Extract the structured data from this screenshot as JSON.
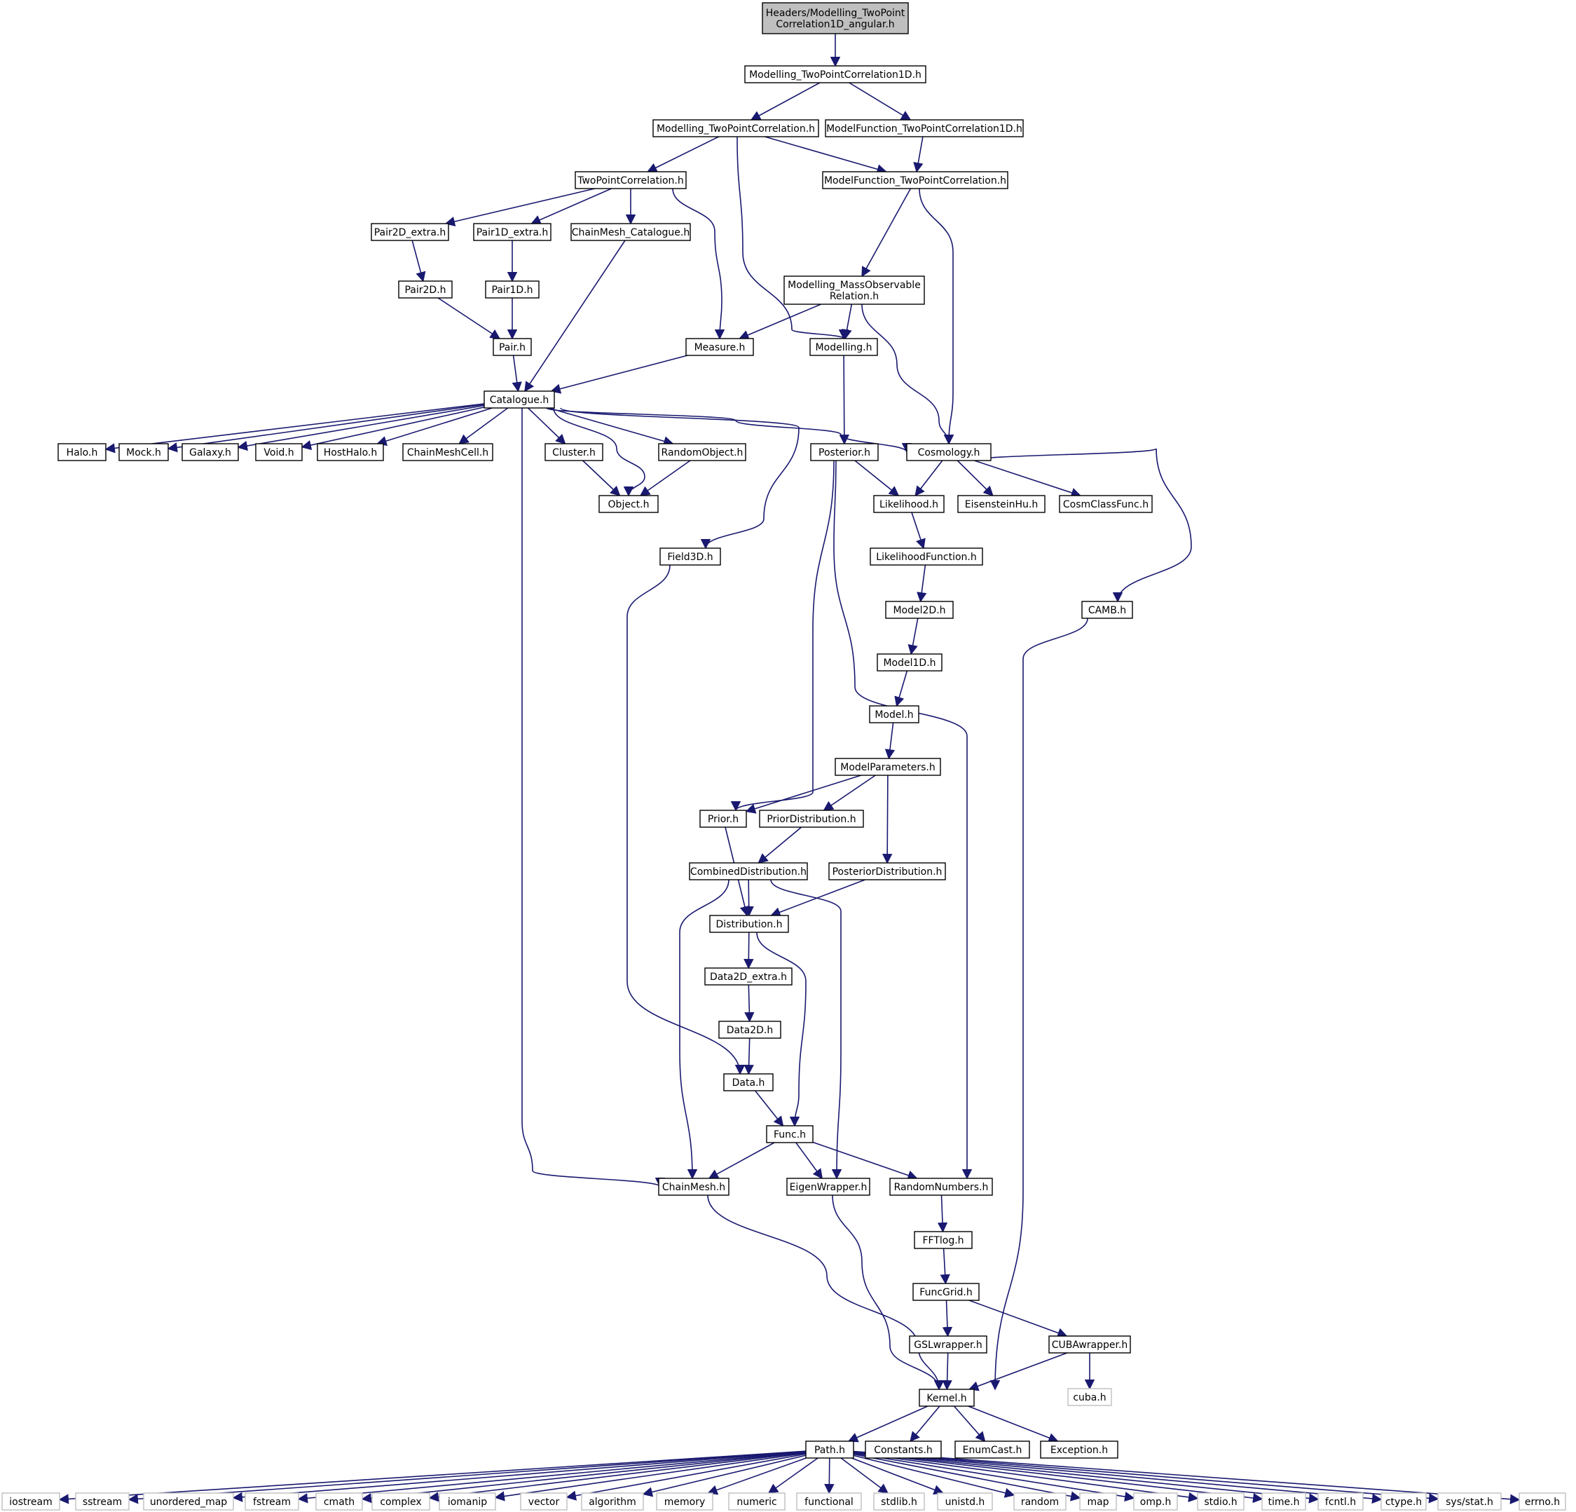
{
  "graph": {
    "edge_color": "#191970",
    "root_fill": "#bfbfbf",
    "external_border": "#bfbfbf",
    "nodes": [
      {
        "id": "root",
        "lines": [
          "Headers/Modelling_TwoPoint",
          "Correlation1D_angular.h"
        ],
        "kind": "root"
      },
      {
        "id": "m2pc1d",
        "lines": [
          "Modelling_TwoPointCorrelation1D.h"
        ]
      },
      {
        "id": "m2pc",
        "lines": [
          "Modelling_TwoPointCorrelation.h"
        ]
      },
      {
        "id": "mf2pc1d",
        "lines": [
          "ModelFunction_TwoPointCorrelation1D.h"
        ]
      },
      {
        "id": "tpc",
        "lines": [
          "TwoPointCorrelation.h"
        ]
      },
      {
        "id": "mf2pc",
        "lines": [
          "ModelFunction_TwoPointCorrelation.h"
        ]
      },
      {
        "id": "pair2dx",
        "lines": [
          "Pair2D_extra.h"
        ]
      },
      {
        "id": "pair1dx",
        "lines": [
          "Pair1D_extra.h"
        ]
      },
      {
        "id": "cmcat",
        "lines": [
          "ChainMesh_Catalogue.h"
        ]
      },
      {
        "id": "mmor",
        "lines": [
          "Modelling_MassObservable",
          "Relation.h"
        ]
      },
      {
        "id": "pair2d",
        "lines": [
          "Pair2D.h"
        ]
      },
      {
        "id": "pair1d",
        "lines": [
          "Pair1D.h"
        ]
      },
      {
        "id": "pair",
        "lines": [
          "Pair.h"
        ]
      },
      {
        "id": "measure",
        "lines": [
          "Measure.h"
        ]
      },
      {
        "id": "modelling",
        "lines": [
          "Modelling.h"
        ]
      },
      {
        "id": "catalogue",
        "lines": [
          "Catalogue.h"
        ]
      },
      {
        "id": "halo",
        "lines": [
          "Halo.h"
        ]
      },
      {
        "id": "mock",
        "lines": [
          "Mock.h"
        ]
      },
      {
        "id": "galaxy",
        "lines": [
          "Galaxy.h"
        ]
      },
      {
        "id": "void",
        "lines": [
          "Void.h"
        ]
      },
      {
        "id": "hosthalo",
        "lines": [
          "HostHalo.h"
        ]
      },
      {
        "id": "cmcell",
        "lines": [
          "ChainMeshCell.h"
        ]
      },
      {
        "id": "cluster",
        "lines": [
          "Cluster.h"
        ]
      },
      {
        "id": "randobj",
        "lines": [
          "RandomObject.h"
        ]
      },
      {
        "id": "posterior",
        "lines": [
          "Posterior.h"
        ]
      },
      {
        "id": "cosmology",
        "lines": [
          "Cosmology.h"
        ]
      },
      {
        "id": "object",
        "lines": [
          "Object.h"
        ]
      },
      {
        "id": "likelihood",
        "lines": [
          "Likelihood.h"
        ]
      },
      {
        "id": "eisenstein",
        "lines": [
          "EisensteinHu.h"
        ]
      },
      {
        "id": "cosmclass",
        "lines": [
          "CosmClassFunc.h"
        ]
      },
      {
        "id": "field3d",
        "lines": [
          "Field3D.h"
        ]
      },
      {
        "id": "likefunc",
        "lines": [
          "LikelihoodFunction.h"
        ]
      },
      {
        "id": "model2d",
        "lines": [
          "Model2D.h"
        ]
      },
      {
        "id": "camb",
        "lines": [
          "CAMB.h"
        ]
      },
      {
        "id": "model1d",
        "lines": [
          "Model1D.h"
        ]
      },
      {
        "id": "model",
        "lines": [
          "Model.h"
        ]
      },
      {
        "id": "modelparams",
        "lines": [
          "ModelParameters.h"
        ]
      },
      {
        "id": "prior",
        "lines": [
          "Prior.h"
        ]
      },
      {
        "id": "priordist",
        "lines": [
          "PriorDistribution.h"
        ]
      },
      {
        "id": "combdist",
        "lines": [
          "CombinedDistribution.h"
        ]
      },
      {
        "id": "postdist",
        "lines": [
          "PosteriorDistribution.h"
        ]
      },
      {
        "id": "distribution",
        "lines": [
          "Distribution.h"
        ]
      },
      {
        "id": "data2dx",
        "lines": [
          "Data2D_extra.h"
        ]
      },
      {
        "id": "data2d",
        "lines": [
          "Data2D.h"
        ]
      },
      {
        "id": "data",
        "lines": [
          "Data.h"
        ]
      },
      {
        "id": "func",
        "lines": [
          "Func.h"
        ]
      },
      {
        "id": "chainmesh",
        "lines": [
          "ChainMesh.h"
        ]
      },
      {
        "id": "eigen",
        "lines": [
          "EigenWrapper.h"
        ]
      },
      {
        "id": "randnum",
        "lines": [
          "RandomNumbers.h"
        ]
      },
      {
        "id": "fftlog",
        "lines": [
          "FFTlog.h"
        ]
      },
      {
        "id": "funcgrid",
        "lines": [
          "FuncGrid.h"
        ]
      },
      {
        "id": "gsl",
        "lines": [
          "GSLwrapper.h"
        ]
      },
      {
        "id": "cuba",
        "lines": [
          "CUBAwrapper.h"
        ]
      },
      {
        "id": "cubah",
        "lines": [
          "cuba.h"
        ],
        "kind": "ext"
      },
      {
        "id": "kernel",
        "lines": [
          "Kernel.h"
        ]
      },
      {
        "id": "path",
        "lines": [
          "Path.h"
        ]
      },
      {
        "id": "constants",
        "lines": [
          "Constants.h"
        ]
      },
      {
        "id": "enumcast",
        "lines": [
          "EnumCast.h"
        ]
      },
      {
        "id": "exception",
        "lines": [
          "Exception.h"
        ]
      },
      {
        "id": "iostream",
        "lines": [
          "iostream"
        ],
        "kind": "ext"
      },
      {
        "id": "sstream",
        "lines": [
          "sstream"
        ],
        "kind": "ext"
      },
      {
        "id": "umap",
        "lines": [
          "unordered_map"
        ],
        "kind": "ext"
      },
      {
        "id": "fstream",
        "lines": [
          "fstream"
        ],
        "kind": "ext"
      },
      {
        "id": "cmath",
        "lines": [
          "cmath"
        ],
        "kind": "ext"
      },
      {
        "id": "complex",
        "lines": [
          "complex"
        ],
        "kind": "ext"
      },
      {
        "id": "iomanip",
        "lines": [
          "iomanip"
        ],
        "kind": "ext"
      },
      {
        "id": "vector",
        "lines": [
          "vector"
        ],
        "kind": "ext"
      },
      {
        "id": "algorithm",
        "lines": [
          "algorithm"
        ],
        "kind": "ext"
      },
      {
        "id": "memory",
        "lines": [
          "memory"
        ],
        "kind": "ext"
      },
      {
        "id": "numeric",
        "lines": [
          "numeric"
        ],
        "kind": "ext"
      },
      {
        "id": "functional",
        "lines": [
          "functional"
        ],
        "kind": "ext"
      },
      {
        "id": "stdlib",
        "lines": [
          "stdlib.h"
        ],
        "kind": "ext"
      },
      {
        "id": "unistd",
        "lines": [
          "unistd.h"
        ],
        "kind": "ext"
      },
      {
        "id": "random",
        "lines": [
          "random"
        ],
        "kind": "ext"
      },
      {
        "id": "map",
        "lines": [
          "map"
        ],
        "kind": "ext"
      },
      {
        "id": "omp",
        "lines": [
          "omp.h"
        ],
        "kind": "ext"
      },
      {
        "id": "stdio",
        "lines": [
          "stdio.h"
        ],
        "kind": "ext"
      },
      {
        "id": "time",
        "lines": [
          "time.h"
        ],
        "kind": "ext"
      },
      {
        "id": "fcntl",
        "lines": [
          "fcntl.h"
        ],
        "kind": "ext"
      },
      {
        "id": "ctype",
        "lines": [
          "ctype.h"
        ],
        "kind": "ext"
      },
      {
        "id": "sysstat",
        "lines": [
          "sys/stat.h"
        ],
        "kind": "ext"
      },
      {
        "id": "errno",
        "lines": [
          "errno.h"
        ],
        "kind": "ext"
      }
    ],
    "edges": [
      [
        "root",
        "m2pc1d"
      ],
      [
        "m2pc1d",
        "m2pc"
      ],
      [
        "m2pc1d",
        "mf2pc1d"
      ],
      [
        "m2pc",
        "tpc"
      ],
      [
        "m2pc",
        "mf2pc"
      ],
      [
        "m2pc",
        "modelling"
      ],
      [
        "mf2pc1d",
        "mf2pc"
      ],
      [
        "tpc",
        "pair2dx"
      ],
      [
        "tpc",
        "pair1dx"
      ],
      [
        "tpc",
        "cmcat"
      ],
      [
        "tpc",
        "measure"
      ],
      [
        "mf2pc",
        "mmor"
      ],
      [
        "mf2pc",
        "cosmology"
      ],
      [
        "pair2dx",
        "pair2d"
      ],
      [
        "pair1dx",
        "pair1d"
      ],
      [
        "pair2d",
        "pair"
      ],
      [
        "pair1d",
        "pair"
      ],
      [
        "pair",
        "catalogue"
      ],
      [
        "cmcat",
        "catalogue"
      ],
      [
        "mmor",
        "measure"
      ],
      [
        "mmor",
        "modelling"
      ],
      [
        "mmor",
        "cosmology"
      ],
      [
        "measure",
        "catalogue"
      ],
      [
        "modelling",
        "posterior"
      ],
      [
        "catalogue",
        "halo"
      ],
      [
        "catalogue",
        "mock"
      ],
      [
        "catalogue",
        "galaxy"
      ],
      [
        "catalogue",
        "void"
      ],
      [
        "catalogue",
        "hosthalo"
      ],
      [
        "catalogue",
        "cmcell"
      ],
      [
        "catalogue",
        "cluster"
      ],
      [
        "catalogue",
        "object"
      ],
      [
        "catalogue",
        "randobj"
      ],
      [
        "catalogue",
        "field3d"
      ],
      [
        "catalogue",
        "cosmology"
      ],
      [
        "catalogue",
        "chainmesh"
      ],
      [
        "cluster",
        "object"
      ],
      [
        "randobj",
        "object"
      ],
      [
        "posterior",
        "likelihood"
      ],
      [
        "posterior",
        "prior"
      ],
      [
        "posterior",
        "randnum"
      ],
      [
        "cosmology",
        "likelihood"
      ],
      [
        "cosmology",
        "eisenstein"
      ],
      [
        "cosmology",
        "cosmclass"
      ],
      [
        "cosmology",
        "camb"
      ],
      [
        "likelihood",
        "likefunc"
      ],
      [
        "likefunc",
        "model2d"
      ],
      [
        "model2d",
        "model1d"
      ],
      [
        "model1d",
        "model"
      ],
      [
        "model",
        "modelparams"
      ],
      [
        "modelparams",
        "prior"
      ],
      [
        "modelparams",
        "priordist"
      ],
      [
        "modelparams",
        "postdist"
      ],
      [
        "prior",
        "distribution"
      ],
      [
        "priordist",
        "combdist"
      ],
      [
        "combdist",
        "distribution"
      ],
      [
        "combdist",
        "chainmesh"
      ],
      [
        "combdist",
        "eigen"
      ],
      [
        "postdist",
        "distribution"
      ],
      [
        "distribution",
        "data2dx"
      ],
      [
        "distribution",
        "func"
      ],
      [
        "data2dx",
        "data2d"
      ],
      [
        "data2d",
        "data"
      ],
      [
        "data",
        "func"
      ],
      [
        "field3d",
        "data"
      ],
      [
        "func",
        "chainmesh"
      ],
      [
        "func",
        "eigen"
      ],
      [
        "func",
        "randnum"
      ],
      [
        "randnum",
        "fftlog"
      ],
      [
        "fftlog",
        "funcgrid"
      ],
      [
        "funcgrid",
        "gsl"
      ],
      [
        "funcgrid",
        "cuba"
      ],
      [
        "gsl",
        "kernel"
      ],
      [
        "cuba",
        "kernel"
      ],
      [
        "cuba",
        "cubah"
      ],
      [
        "chainmesh",
        "kernel"
      ],
      [
        "eigen",
        "kernel"
      ],
      [
        "camb",
        "kernel"
      ],
      [
        "kernel",
        "path"
      ],
      [
        "kernel",
        "constants"
      ],
      [
        "kernel",
        "enumcast"
      ],
      [
        "kernel",
        "exception"
      ],
      [
        "path",
        "iostream"
      ],
      [
        "path",
        "sstream"
      ],
      [
        "path",
        "umap"
      ],
      [
        "path",
        "fstream"
      ],
      [
        "path",
        "cmath"
      ],
      [
        "path",
        "complex"
      ],
      [
        "path",
        "iomanip"
      ],
      [
        "path",
        "vector"
      ],
      [
        "path",
        "algorithm"
      ],
      [
        "path",
        "memory"
      ],
      [
        "path",
        "numeric"
      ],
      [
        "path",
        "functional"
      ],
      [
        "path",
        "stdlib"
      ],
      [
        "path",
        "unistd"
      ],
      [
        "path",
        "random"
      ],
      [
        "path",
        "map"
      ],
      [
        "path",
        "omp"
      ],
      [
        "path",
        "stdio"
      ],
      [
        "path",
        "time"
      ],
      [
        "path",
        "fcntl"
      ],
      [
        "path",
        "ctype"
      ],
      [
        "path",
        "sysstat"
      ],
      [
        "path",
        "errno"
      ]
    ]
  }
}
